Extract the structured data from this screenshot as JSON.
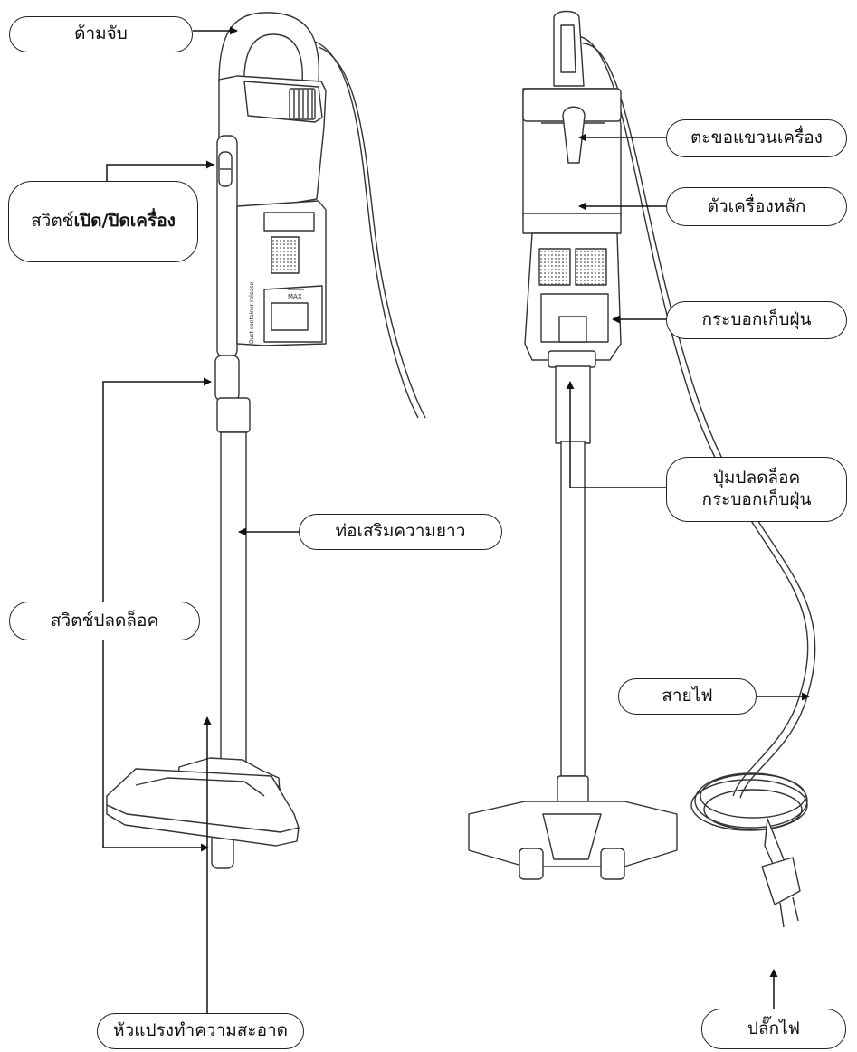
{
  "diagram": {
    "callouts": {
      "handle": "ด้ามจับ",
      "power_switch_prefix": "สวิตช์",
      "power_switch_bold": "เปิด/ปิดเครื่อง",
      "extension_tube": "ท่อเสริมความยาว",
      "release_switch": "สวิตช์ปลดล็อค",
      "floor_brush": "หัวแปรงทำความสะอาด",
      "hanging_hook": "ตะขอแขวนเครื่อง",
      "main_body": "ตัวเครื่องหลัก",
      "dust_container": "กระบอกเก็บฝุ่น",
      "dust_release_line1": "ปุ่มปลดล็อค",
      "dust_release_line2": "กระบอกเก็บฝุ่น",
      "power_cord": "สายไฟ",
      "plug": "ปลั๊กไฟ"
    },
    "device_markings": {
      "max_mark": "MAX",
      "dust_release_text": "Dust container release"
    }
  }
}
